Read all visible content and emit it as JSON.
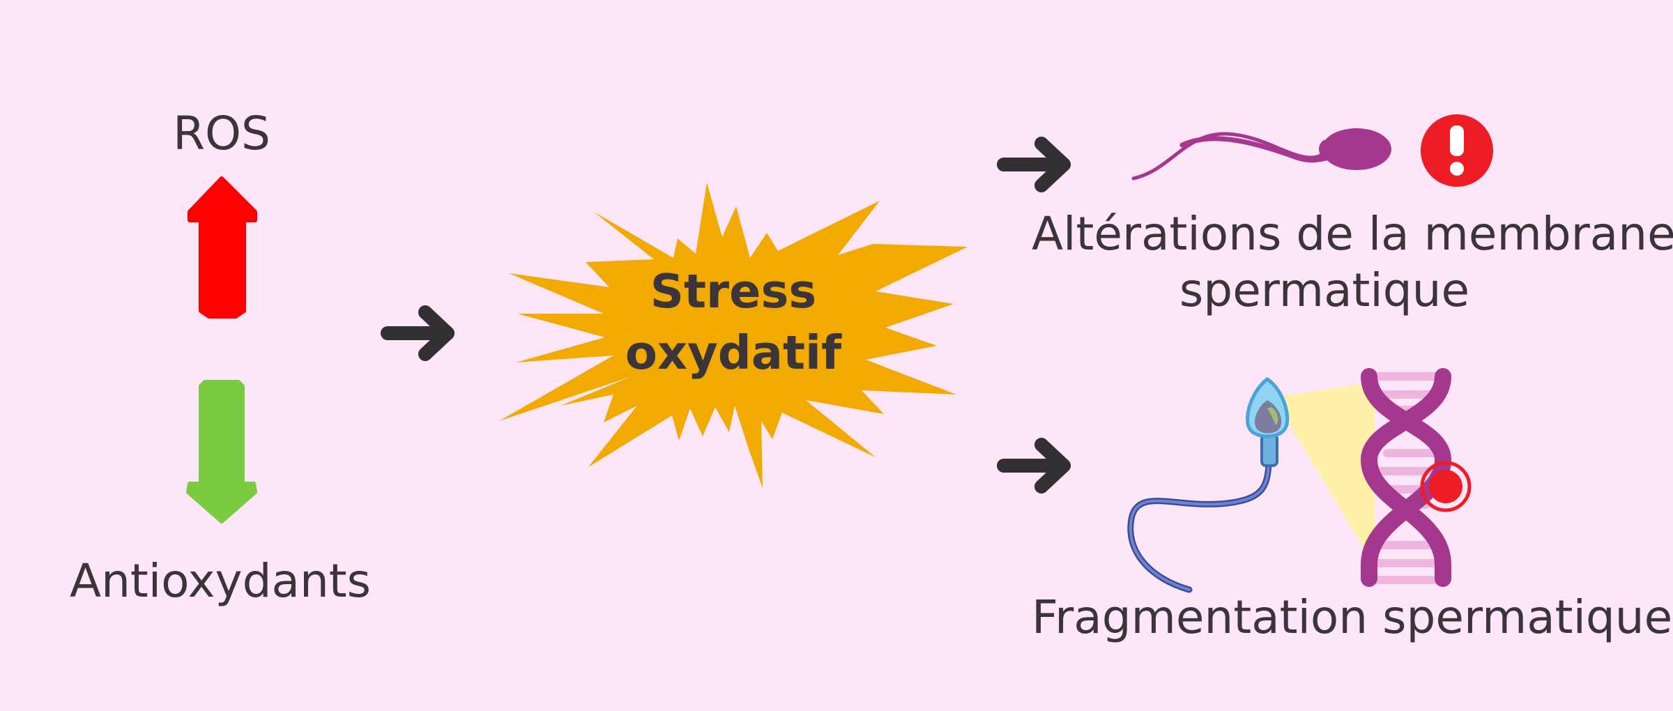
{
  "left": {
    "ros_label": "ROS",
    "antioxidants_label": "Antioxydants"
  },
  "center": {
    "burst_line1": "Stress",
    "burst_line2": "oxydatif"
  },
  "outcomes": {
    "membrane_line1": "Altérations de la membrane",
    "membrane_line2": "spermatique",
    "fragmentation": "Fragmentation spermatique"
  },
  "colors": {
    "background": "#fde6f8",
    "increase_arrow": "#fe0000",
    "decrease_arrow": "#7acb40",
    "burst": "#f2a900",
    "sperm": "#a6378e",
    "alert": "#ee1c25",
    "dna": "#a6378e",
    "text": "#3b3539"
  },
  "icons": [
    "up-arrow-icon",
    "down-arrow-icon",
    "chevron-arrow-icon",
    "burst-icon",
    "sperm-icon",
    "alert-icon",
    "dna-icon",
    "sperm-head-icon"
  ]
}
